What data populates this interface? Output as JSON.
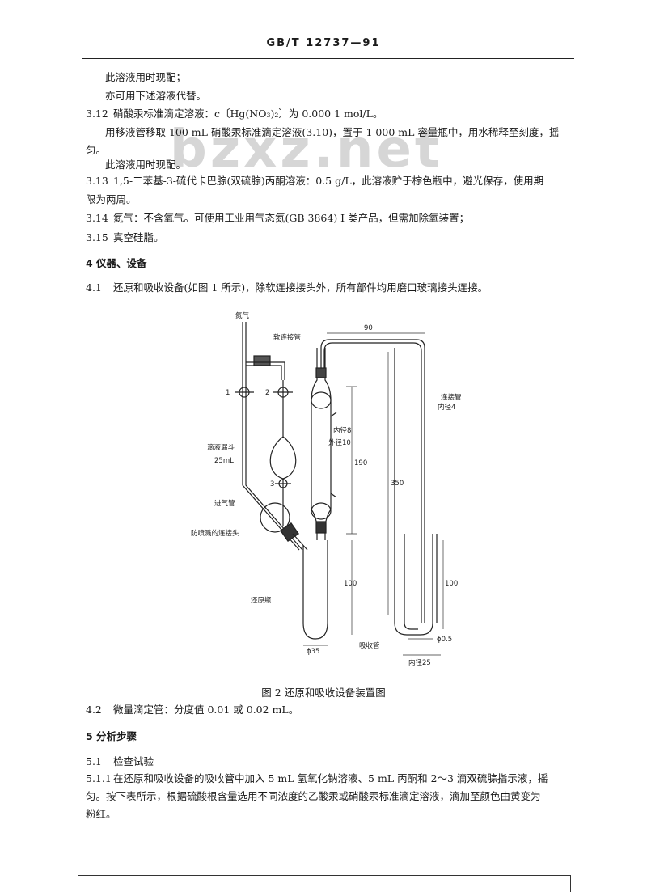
{
  "header": {
    "code": "GB/T  12737—91"
  },
  "watermark": "bzxz.net",
  "paragraphs": {
    "p1": "此溶液用时现配；",
    "p2": "亦可用下述溶液代替。",
    "s312_num": "3.12",
    "s312": "硝酸汞标准滴定溶液：c〔Hg(NO₃)₂〕为 0.000 1 mol/L。",
    "p3": "用移液管移取 100 mL 硝酸汞标准滴定溶液(3.10)，置于 1 000 mL 容量瓶中，用水稀释至刻度，摇",
    "p3b": "匀。",
    "p4": "此溶液用时现配。",
    "s313_num": "3.13",
    "s313": "1,5-二苯基-3-硫代卡巴腙(双硫腙)丙酮溶液：0.5 g/L，此溶液贮于棕色瓶中，避光保存，使用期",
    "s313b": "限为两周。",
    "s314_num": "3.14",
    "s314": "氮气：不含氧气。可使用工业用气态氮(GB 3864) I 类产品，但需加除氧装置；",
    "s315_num": "3.15",
    "s315": "真空硅脂。",
    "sec4": "4  仪器、设备",
    "s41_num": "4.1",
    "s41": "还原和吸收设备(如图 1 所示)，除软连接接头外，所有部件均用磨口玻璃接头连接。",
    "s42_num": "4.2",
    "s42": "微量滴定管：分度值 0.01 或 0.02 mL。",
    "sec5": "5  分析步骤",
    "s51_num": "5.1",
    "s51": "检查试验",
    "s511_num": "5.1.1",
    "s511": "在还原和吸收设备的吸收管中加入 5 mL 氢氧化钠溶液、5 mL 丙酮和 2～3 滴双硫腙指示液，摇",
    "s511b": "匀。按下表所示，根据硫酸根含量选用不同浓度的乙酸汞或硝酸汞标准滴定溶液，滴加至颜色由黄变为",
    "s511c": "粉红。"
  },
  "figure": {
    "caption": "图 2  还原和吸收设备装置图",
    "labels": {
      "nitrogen": "氮气",
      "soft_joint": "软连接管",
      "n1": "1",
      "n2": "2",
      "n3": "3",
      "funnel": "滴液漏斗",
      "funnel_vol": "25mL",
      "inlet": "进气管",
      "clamp": "防喷溅的连接头",
      "flask": "还原瓶",
      "connect_tube": "连接管",
      "inner4": "内径4",
      "inner8": "内径8",
      "outer10": "外径10",
      "dim90": "90",
      "dim190": "190",
      "dim350": "350",
      "dim100a": "100",
      "dim100b": "100",
      "d35": "ϕ35",
      "d05": "ϕ0.5",
      "inner25": "内径25",
      "absorb": "吸收管"
    }
  }
}
